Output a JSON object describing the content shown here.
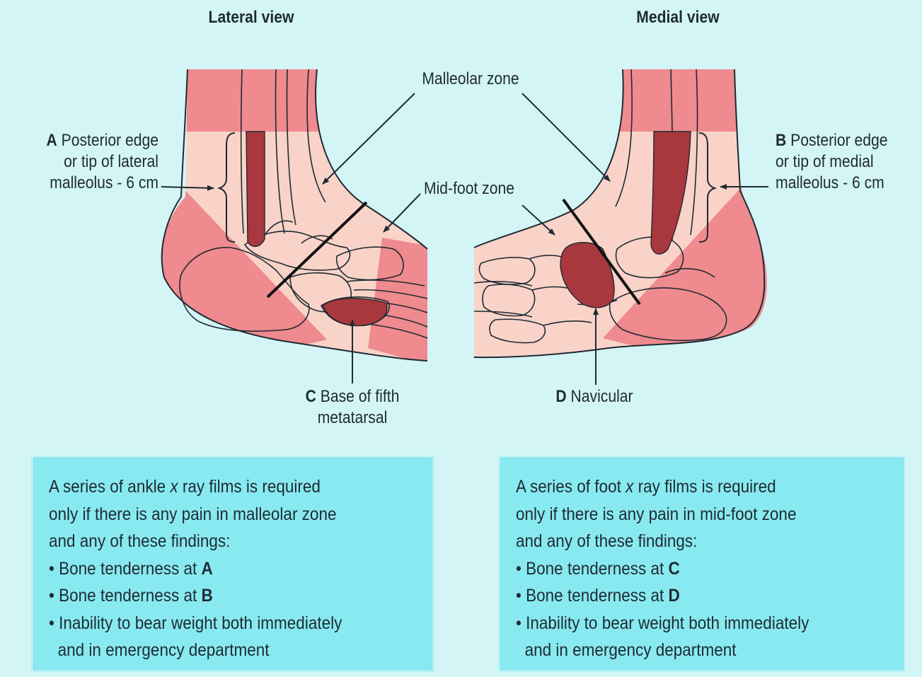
{
  "views": {
    "lateral": {
      "title": "Lateral view"
    },
    "medial": {
      "title": "Medial view"
    }
  },
  "zones": {
    "malleolar": "Malleolar zone",
    "midfoot": "Mid-foot zone"
  },
  "points": {
    "a": {
      "letter": "A",
      "line1": "Posterior edge",
      "line2": "or tip of lateral",
      "line3": "malleolus - 6 cm"
    },
    "b": {
      "letter": "B",
      "line1": "Posterior edge",
      "line2": "or tip of medial",
      "line3": "malleolus - 6 cm"
    },
    "c": {
      "letter": "C",
      "line1": "Base of fifth",
      "line2": "metatarsal"
    },
    "d": {
      "letter": "D",
      "line1": "Navicular"
    }
  },
  "panels": {
    "ankle": {
      "intro1_pre": "A series of ankle ",
      "intro1_ital": "x",
      "intro1_post": " ray films is required",
      "intro2": "only if there is any pain in malleolar zone",
      "intro3": "and any of these findings:",
      "bullet_symbol": "•",
      "b1_text": " Bone tenderness at ",
      "b1_letter": "A",
      "b2_text": " Bone tenderness at ",
      "b2_letter": "B",
      "b3_text": " Inability to bear weight both immediately",
      "b3_cont": "and in emergency department"
    },
    "foot": {
      "intro1_pre": "A series of  foot ",
      "intro1_ital": "x",
      "intro1_post": " ray films is required",
      "intro2": "only if there is any pain in mid-foot zone",
      "intro3": "and any of these findings:",
      "bullet_symbol": "•",
      "b1_text": " Bone tenderness at ",
      "b1_letter": "C",
      "b2_text": " Bone tenderness at ",
      "b2_letter": "D",
      "b3_text": " Inability to bear weight both immediately",
      "b3_cont": "and in emergency department"
    }
  },
  "colors": {
    "background": "#d4f5f6",
    "panel": "#88eaf0",
    "zone_pink": "#ef8a8e",
    "zone_light": "#f9d3c8",
    "bone_marker": "#a8383d",
    "outline": "#1f2a33"
  }
}
